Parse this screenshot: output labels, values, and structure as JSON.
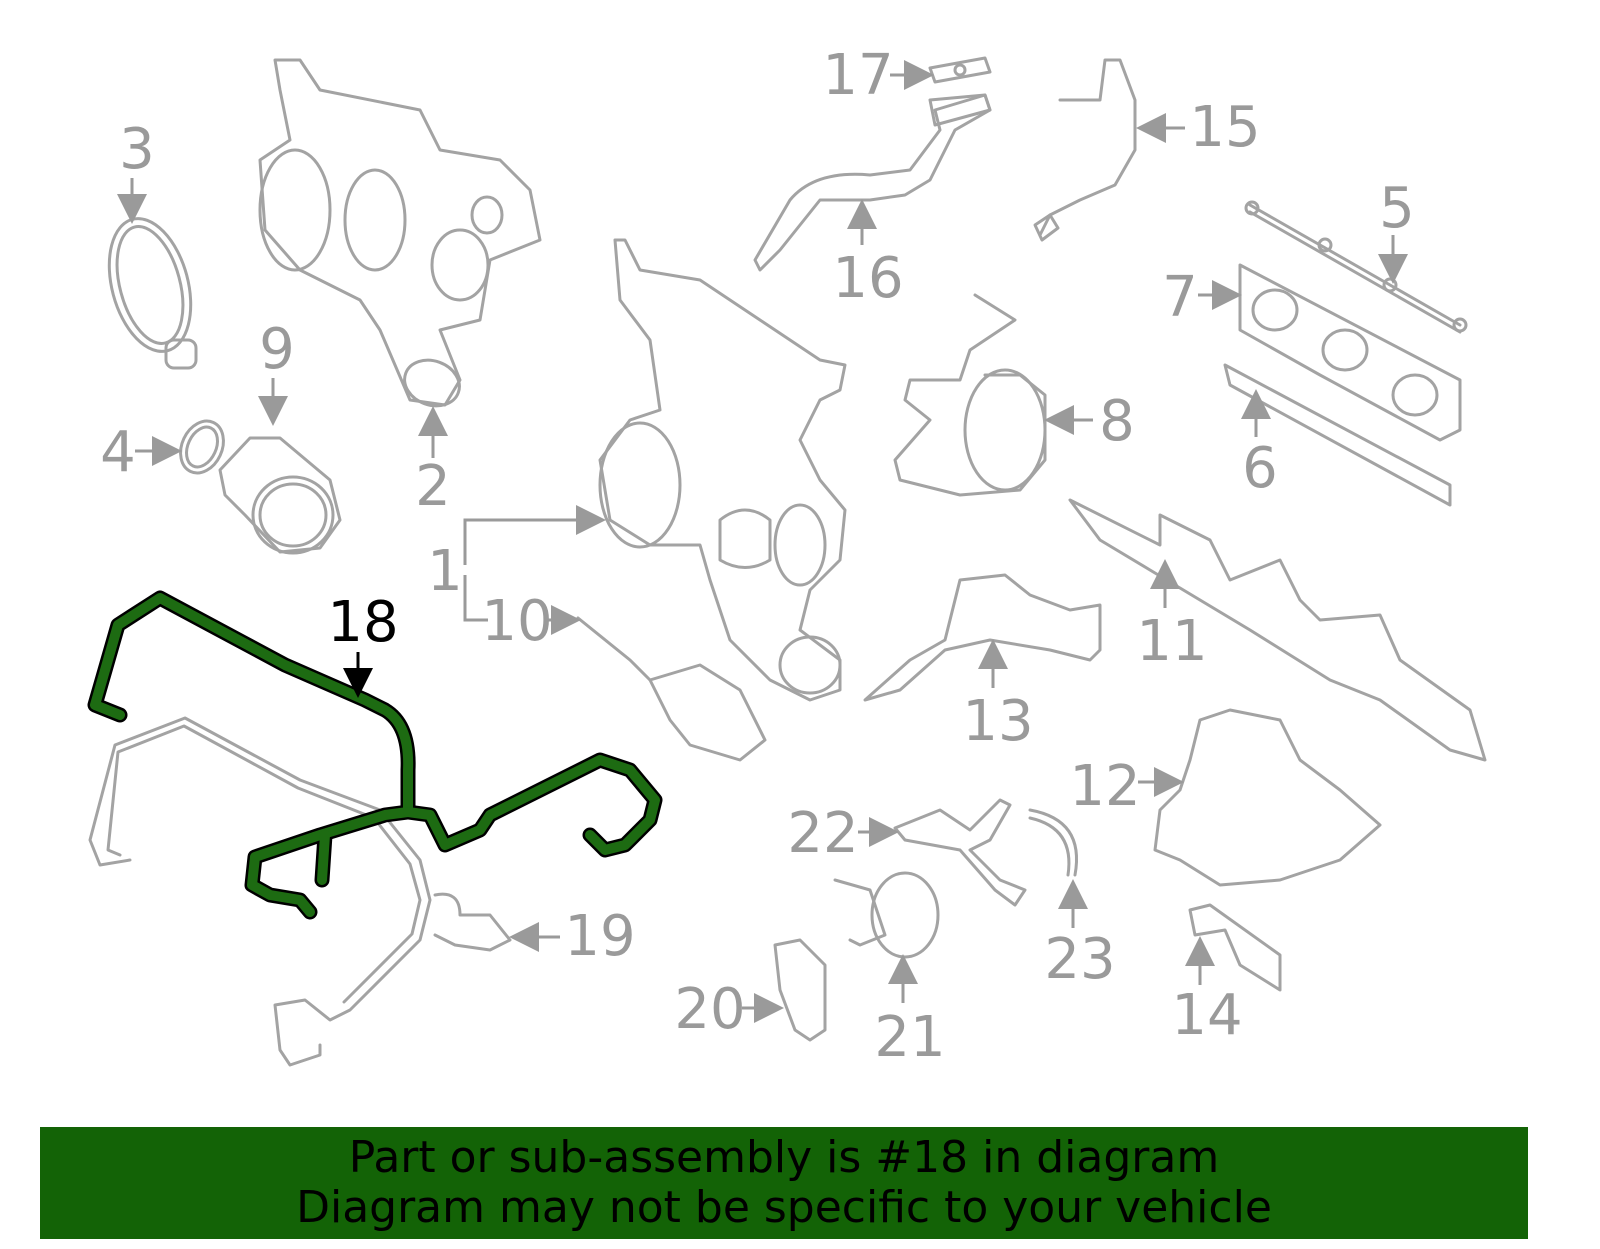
{
  "callouts": {
    "c1": "1",
    "c2": "2",
    "c3": "3",
    "c4": "4",
    "c5": "5",
    "c6": "6",
    "c7": "7",
    "c8": "8",
    "c9": "9",
    "c10": "10",
    "c11": "11",
    "c12": "12",
    "c13": "13",
    "c14": "14",
    "c15": "15",
    "c16": "16",
    "c17": "17",
    "c18": "18",
    "c19": "19",
    "c20": "20",
    "c21": "21",
    "c22": "22",
    "c23": "23"
  },
  "highlighted_part": "18",
  "colors": {
    "highlight": "#1d6b12",
    "banner": "#136306",
    "linework": "#a3a3a3"
  },
  "banner": {
    "line1": "Part or sub-assembly is #18 in diagram",
    "line2": "Diagram may not be specific to your vehicle"
  }
}
